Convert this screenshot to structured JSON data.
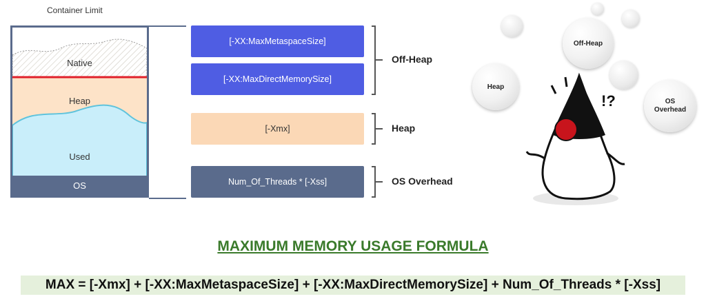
{
  "container": {
    "title": "Container Limit",
    "native_label": "Native",
    "heap_label": "Heap",
    "used_label": "Used",
    "os_label": "OS"
  },
  "boxes": {
    "metaspace": "[-XX:MaxMetaspaceSize]",
    "direct": "[-XX:MaxDirectMemorySize]",
    "xmx": "[-Xmx]",
    "threads": "Num_Of_Threads * [-Xss]"
  },
  "brackets": {
    "off_heap": "Off-Heap",
    "heap": "Heap",
    "os_overhead": "OS Overhead"
  },
  "bubbles": {
    "off_heap": "Off-Heap",
    "heap": "Heap",
    "os_line1": "OS",
    "os_line2": "Overhead"
  },
  "mascot": {
    "glyph": "!?"
  },
  "formula": {
    "title": "MAXIMUM MEMORY USAGE FORMULA",
    "text": "MAX = [-Xmx] + [-XX:MaxMetaspaceSize] + [-XX:MaxDirectMemorySize] + Num_Of_Threads * [-Xss]"
  },
  "colors": {
    "slate": "#5a6b8c",
    "blue": "#4f5de3",
    "peach": "#fbd8b6",
    "used": "#c9eefa",
    "limit_line": "#e0202a",
    "formula_green": "#3a7a2b"
  }
}
